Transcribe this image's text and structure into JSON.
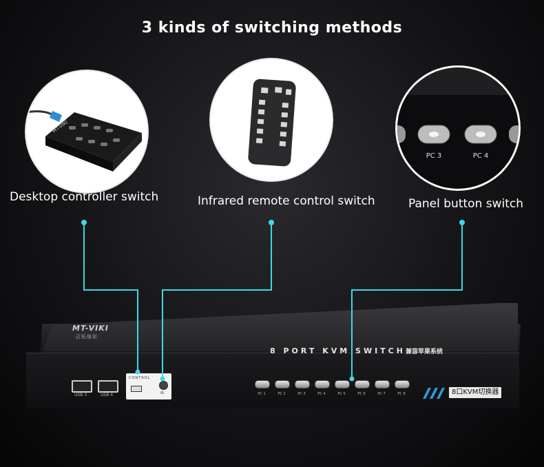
{
  "title": "3 kinds of switching methods",
  "methods": [
    {
      "label": "Desktop controller switch"
    },
    {
      "label": "Infrared remote control switch"
    },
    {
      "label": "Panel button switch"
    }
  ],
  "desktop_controller": {
    "brand": "MT-VIKI"
  },
  "panel_zoom": {
    "buttons": [
      "PC 3",
      "PC 4"
    ]
  },
  "device": {
    "brand": "MT-VIKI",
    "brand_sub": "迈拓维矩",
    "name": "8 PORT KVM SWITCH",
    "name_cn": "兼容苹果系统",
    "usb_ports": [
      "USB 3",
      "USB 4"
    ],
    "control_label": "CONTROL",
    "ir_label": "IR",
    "pc_buttons": [
      "PC 1",
      "PC 2",
      "PC 3",
      "PC 4",
      "PC 5",
      "PC 6",
      "PC 7",
      "PC 8"
    ],
    "badge": "8口KVM切换器"
  },
  "colors": {
    "connector": "#3fd8e6",
    "background": "#141417",
    "text": "#ffffff"
  }
}
